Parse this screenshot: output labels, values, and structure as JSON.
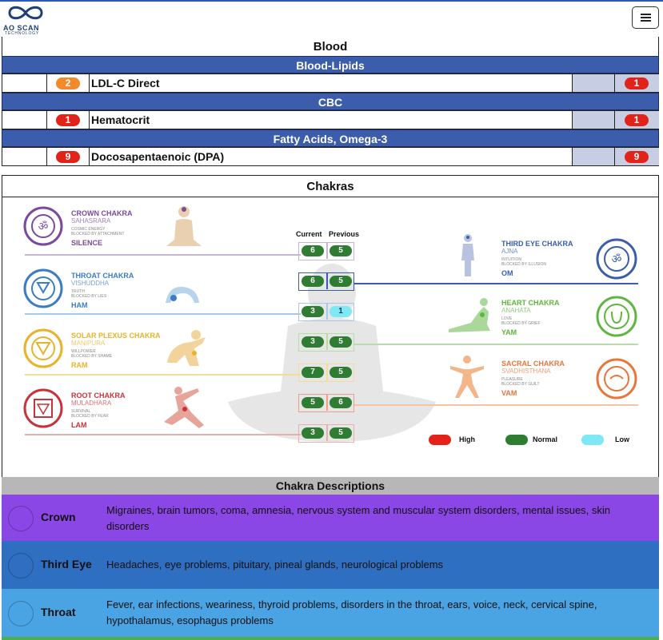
{
  "brand": {
    "name": "AO SCAN",
    "tagline": "TECHNOLOGY"
  },
  "blood": {
    "title": "Blood",
    "groups": [
      {
        "category": "Blood-Lipids",
        "item": "LDL-C Direct",
        "current": "2",
        "previous": "1",
        "current_color": "#f08a2a",
        "previous_color": "#e2231a"
      },
      {
        "category": "CBC",
        "item": "Hematocrit",
        "current": "1",
        "previous": "1",
        "current_color": "#e2231a",
        "previous_color": "#e2231a"
      },
      {
        "category": "Fatty Acids, Omega-3",
        "item": "Docosapentaenoic (DPA)",
        "current": "9",
        "previous": "9",
        "current_color": "#e2231a",
        "previous_color": "#e2231a"
      }
    ]
  },
  "chakras": {
    "title": "Chakras",
    "col_current": "Current",
    "col_previous": "Previous",
    "left": [
      {
        "title": "CROWN CHAKRA",
        "sub": "SAHASRARA",
        "l1": "COSMIC ENERGY",
        "l2": "BLOCKED BY ATTACHMENT",
        "mantra": "SILENCE",
        "color": "#7b4a9c"
      },
      {
        "title": "THROAT CHAKRA",
        "sub": "VISHUDDHA",
        "l1": "TRUTH",
        "l2": "BLOCKED BY LIES",
        "mantra": "HAM",
        "color": "#3b7cc4"
      },
      {
        "title": "SOLAR PLEXUS CHAKRA",
        "sub": "MANIPURA",
        "l1": "WILLPOWER",
        "l2": "BLOCKED BY SHAME",
        "mantra": "RAM",
        "color": "#e8b32a"
      },
      {
        "title": "ROOT CHAKRA",
        "sub": "MULADHARA",
        "l1": "SURVIVAL",
        "l2": "BLOCKED BY FEAR",
        "mantra": "LAM",
        "color": "#c8323a"
      }
    ],
    "right": [
      {
        "title": "THIRD EYE CHAKRA",
        "sub": "AJNA",
        "l1": "INTUITION",
        "l2": "BLOCKED BY ILLUSION",
        "mantra": "OM",
        "color": "#3b5dab"
      },
      {
        "title": "HEART CHAKRA",
        "sub": "ANAHATA",
        "l1": "LOVE",
        "l2": "BLOCKED BY GRIEF",
        "mantra": "YAM",
        "color": "#5fb63e"
      },
      {
        "title": "SACRAL CHAKRA",
        "sub": "SVADHISTHANA",
        "l1": "PLEASURE",
        "l2": "BLOCKED BY GUILT",
        "mantra": "VAM",
        "color": "#e8763a"
      }
    ],
    "values": [
      {
        "current": "6",
        "previous": "5",
        "cur_color": "#2e7d32",
        "prev_color": "#2e7d32"
      },
      {
        "current": "6",
        "previous": "5",
        "cur_color": "#2e7d32",
        "prev_color": "#2e7d32"
      },
      {
        "current": "3",
        "previous": "1",
        "cur_color": "#2e7d32",
        "prev_color": "#7ee8f5"
      },
      {
        "current": "3",
        "previous": "5",
        "cur_color": "#2e7d32",
        "prev_color": "#2e7d32"
      },
      {
        "current": "7",
        "previous": "5",
        "cur_color": "#2e7d32",
        "prev_color": "#2e7d32"
      },
      {
        "current": "5",
        "previous": "6",
        "cur_color": "#2e7d32",
        "prev_color": "#2e7d32"
      },
      {
        "current": "3",
        "previous": "5",
        "cur_color": "#2e7d32",
        "prev_color": "#2e7d32"
      }
    ],
    "legend": [
      {
        "label": "High",
        "color": "#e2231a"
      },
      {
        "label": "Normal",
        "color": "#2e7d32"
      },
      {
        "label": "Low",
        "color": "#7ee8f5"
      }
    ]
  },
  "descriptions": {
    "title": "Chakra Descriptions",
    "rows": [
      {
        "name": "Crown",
        "text": "Migraines, brain tumors, coma, amnesia, nervous system and muscular system disorders, mental issues, skin disorders",
        "bg": "#8b46e6"
      },
      {
        "name": "Third Eye",
        "text": "Headaches, eye problems, pituitary, pineal glands, neurological problems",
        "bg": "#2f6fc2"
      },
      {
        "name": "Throat",
        "text": "Fever, ear infections, weariness, thyroid problems, disorders in the throat, ears, voice, neck, cervical spine, hypothalamus, esophagus problems",
        "bg": "#4aa3e3"
      }
    ]
  }
}
